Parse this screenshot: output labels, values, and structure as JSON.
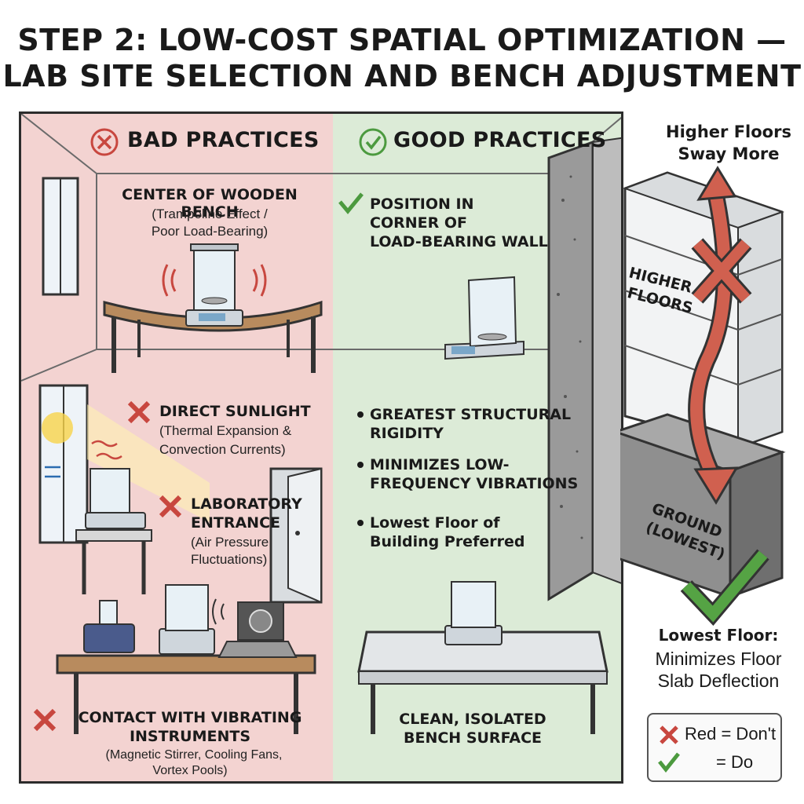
{
  "title": {
    "line1": "STEP 2: LOW-COST SPATIAL OPTIMIZATION —",
    "line2": "LAB SITE SELECTION AND BENCH ADJUSTMENT"
  },
  "bad": {
    "header": "BAD PRACTICES",
    "wooden_bench": {
      "label": "CENTER OF WOODEN BENCH",
      "detail1": "(Trampoline Effect /",
      "detail2": "Poor Load-Bearing)"
    },
    "sunlight": {
      "label": "DIRECT SUNLIGHT",
      "detail1": "(Thermal Expansion &",
      "detail2": "Convection Currents)"
    },
    "entrance": {
      "label1": "LABORATORY",
      "label2": "ENTRANCE",
      "detail1": "(Air Pressure",
      "detail2": "Fluctuations)"
    },
    "vibrating": {
      "label1": "CONTACT WITH VIBRATING",
      "label2": "INSTRUMENTS",
      "detail1": "(Magnetic Stirrer, Cooling Fans,",
      "detail2": "Vortex Pools)"
    }
  },
  "good": {
    "header": "GOOD PRACTICES",
    "corner": {
      "line1": "POSITION IN",
      "line2": "CORNER OF",
      "line3": "LOAD-BEARING WALL"
    },
    "bullets": [
      {
        "line1": "GREATEST STRUCTURAL",
        "line2": "RIGIDITY"
      },
      {
        "line1": "MINIMIZES LOW-",
        "line2": "FREQUENCY VIBRATIONS"
      },
      {
        "line1": "Lowest Floor of",
        "line2": "Building Preferred"
      }
    ],
    "bench": {
      "line1": "CLEAN, ISOLATED",
      "line2": "BENCH SURFACE"
    }
  },
  "building": {
    "sway1": "Higher Floors",
    "sway2": "Sway More",
    "higher1": "HIGHER",
    "higher2": "FLOORS",
    "ground1": "GROUND",
    "ground2": "(LOWEST)",
    "lowest_title": "Lowest Floor:",
    "lowest1": "Minimizes Floor",
    "lowest2": "Slab Deflection"
  },
  "legend": {
    "red": "Red = Don't",
    "green": "= Do"
  },
  "colors": {
    "bad_bg": "#f3d3d1",
    "good_bg": "#dcebd7",
    "red_mark": "#c8473f",
    "green_mark": "#4c9a3f"
  }
}
